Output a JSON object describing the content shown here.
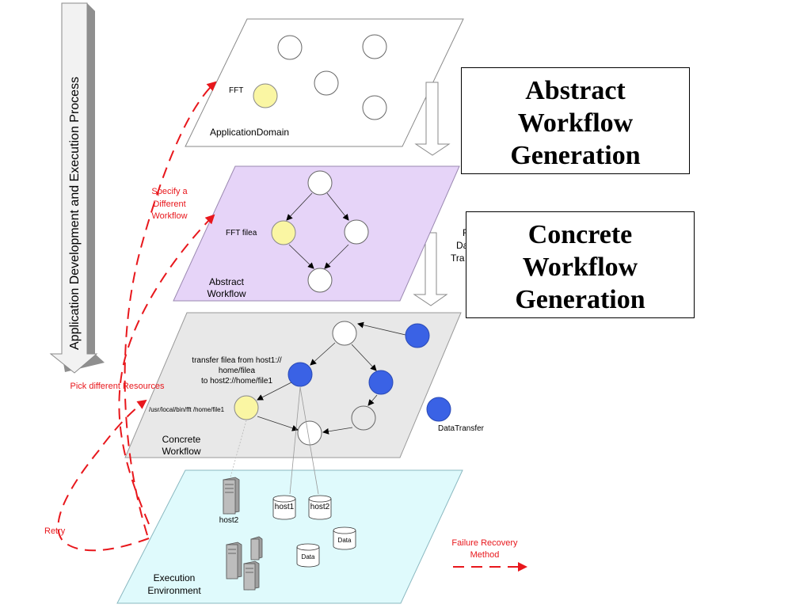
{
  "colors": {
    "accent_red": "#e8171c",
    "abstract_plane": "#e6d4f8",
    "concrete_plane": "#e8e8e8",
    "execution_plane": "#dffafc",
    "yellow_node": "#faf6a3",
    "blue_node": "#3a62e5"
  },
  "side_arrow": {
    "label": "Application Development and Execution Process"
  },
  "layers": {
    "application": {
      "fft_label": "FFT",
      "label": "ApplicationDomain"
    },
    "abstract": {
      "node_label": "FFT filea",
      "label_line1": "Abstract",
      "label_line2": "Workflow"
    },
    "concrete": {
      "transfer_line1": "transfer filea from host1://",
      "transfer_line2": "home/filea",
      "transfer_line3": "to host2://home/file1",
      "exec_label": "/usr/local/bin/fft /home/file1",
      "legend_label": "DataTransfer",
      "label_line1": "Concrete",
      "label_line2": "Workflow"
    },
    "execution": {
      "server_label": "host2",
      "db_host1": "host1",
      "db_host2": "host2",
      "db_data1": "Data",
      "db_data2": "Data",
      "label_line1": "Execution",
      "label_line2": "Environment"
    }
  },
  "annotations": {
    "specify_line1": "Specify a",
    "specify_line2": "Different",
    "specify_line3": "Workflow",
    "pick_resources": "Pick different Resources",
    "retry": "Retry",
    "failure_line1": "Failure Recovery",
    "failure_line2": "Method"
  },
  "hidden_text": {
    "line1": "R",
    "line2": "Da",
    "line3": "Tra"
  },
  "title_boxes": {
    "abstract": {
      "line1": "Abstract",
      "line2": "Workflow",
      "line3": "Generation"
    },
    "concrete": {
      "line1": "Concrete",
      "line2": "Workflow",
      "line3": "Generation"
    }
  }
}
